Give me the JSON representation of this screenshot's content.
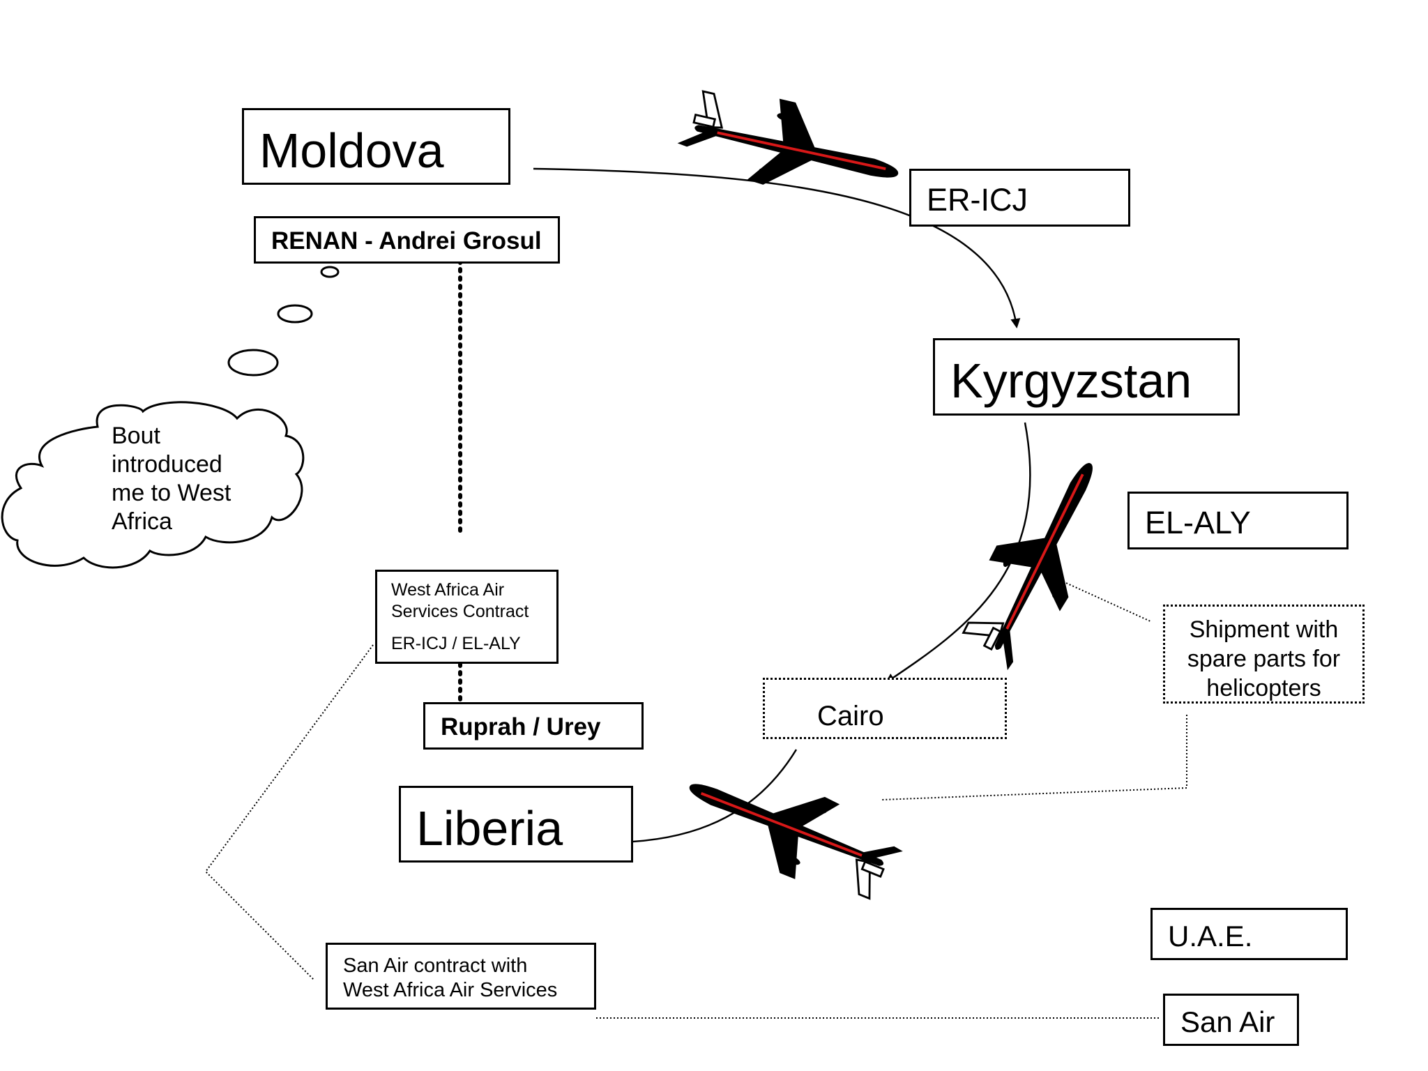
{
  "locations": {
    "moldova": "Moldova",
    "kyrgyzstan": "Kyrgyzstan",
    "liberia": "Liberia",
    "cairo": "Cairo",
    "uae": "U.A.E."
  },
  "aircraft": {
    "er_icj": "ER-ICJ",
    "el_aly": "EL-ALY"
  },
  "entities": {
    "renan": "RENAN - Andrei Grosul",
    "ruprah": "Ruprah / Urey",
    "san_air": "San Air"
  },
  "contracts": {
    "west_africa_line1": "West Africa Air",
    "west_africa_line2": "Services Contract",
    "west_africa_regs": "ER-ICJ / EL-ALY",
    "san_air_line1": "San Air contract with",
    "san_air_line2": "West Africa Air Services"
  },
  "notes": {
    "shipment_line1": "Shipment with",
    "shipment_line2": "spare parts for",
    "shipment_line3": "helicopters",
    "cloud_line1": "Bout",
    "cloud_line2": "introduced",
    "cloud_line3": "me to West",
    "cloud_line4": "Africa"
  },
  "colors": {
    "ink": "#000000",
    "accent_stripe": "#d81818"
  },
  "icons": [
    "airplane-icon",
    "thought-cloud"
  ]
}
